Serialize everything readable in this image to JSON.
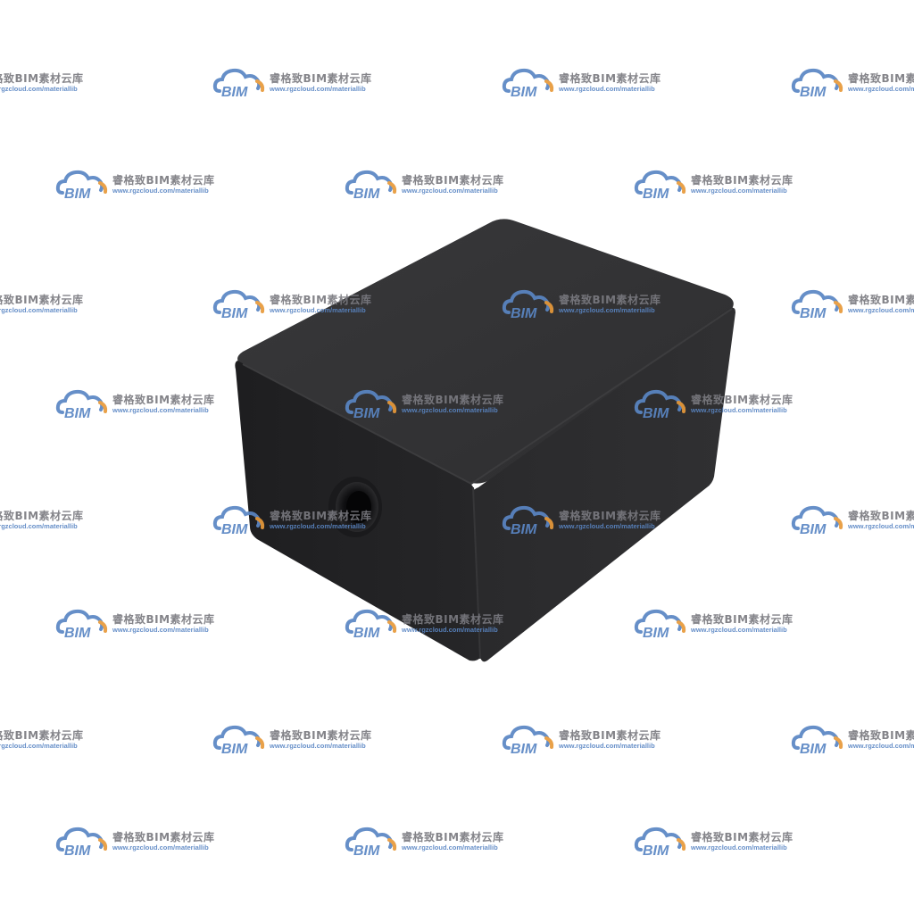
{
  "image": {
    "subject": "black rectangular box with circular hole",
    "colors": {
      "background": "#ffffff",
      "box_top": "#333335",
      "box_left": "#222224",
      "box_right": "#2a2a2c",
      "hole": "#0c0c0e"
    }
  },
  "watermark": {
    "logo_text": "BIM",
    "name": "睿格致BIM素材云库",
    "url": "www.rgzcloud.com/materiallib",
    "colors": {
      "cloud": "#5a86c4",
      "accent": "#e89a3a",
      "name_text": "#7a7a80",
      "url_text": "#5a86c4"
    }
  }
}
